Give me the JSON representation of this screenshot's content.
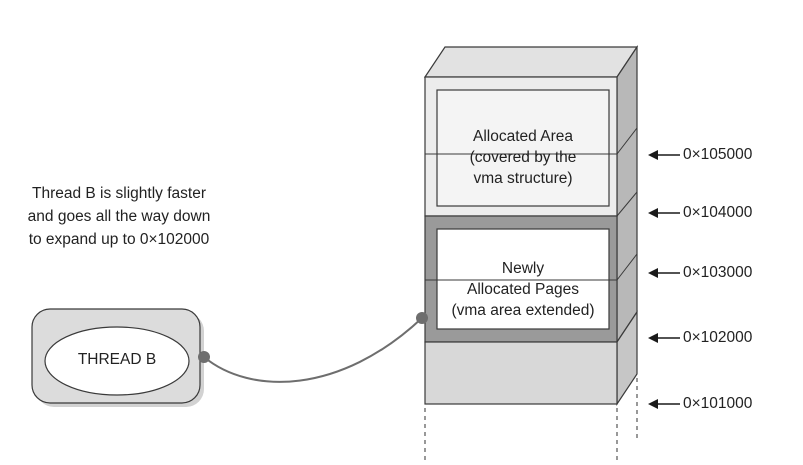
{
  "caption": {
    "lines": [
      "Thread B is slightly faster",
      "and goes all the way down",
      "to expand up to 0×102000"
    ]
  },
  "thread": {
    "label": "THREAD B"
  },
  "allocated_area": {
    "lines": [
      "Allocated Area",
      "(covered by the",
      "vma structure)"
    ],
    "color": "#f4f4f4"
  },
  "new_pages": {
    "lines": [
      "Newly",
      "Allocated Pages",
      "(vma area extended)"
    ],
    "color": "#9a9a9a"
  },
  "addresses": [
    "0×105000",
    "0×104000",
    "0×103000",
    "0×102000",
    "0×101000"
  ],
  "colors": {
    "block_front": "#d8d8d8",
    "block_top": "#e2e2e2",
    "block_side": "#b8b8b8",
    "thread_box": "#dcdcdc",
    "connector": "#6e6e6e"
  }
}
